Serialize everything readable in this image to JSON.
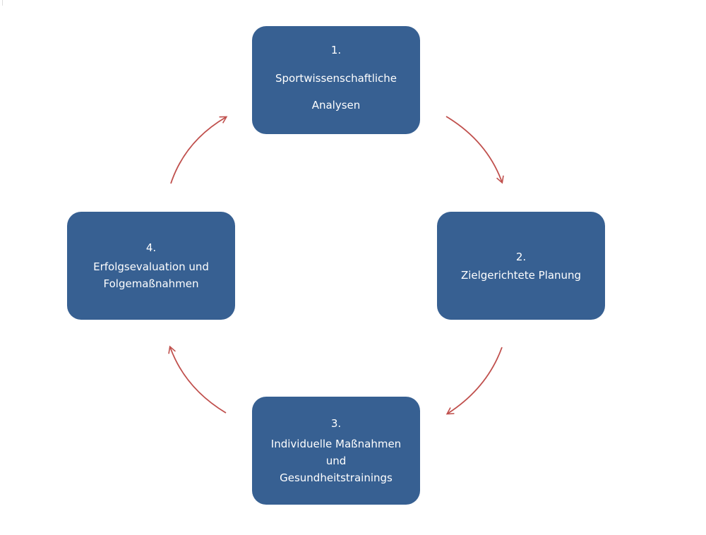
{
  "diagram": {
    "steps": [
      {
        "number": "1.",
        "label": "Sportwissenschaftliche\nAnalysen"
      },
      {
        "number": "2.",
        "label": "Zielgerichtete Planung"
      },
      {
        "number": "3.",
        "label": "Individuelle Maßnahmen\nund\nGesundheitstrainings"
      },
      {
        "number": "4.",
        "label": "Erfolgsevaluation und\nFolgemaßnahmen"
      }
    ],
    "colors": {
      "box_fill": "#376092",
      "box_text": "#ffffff",
      "arrow": "#c0504d"
    },
    "cycle_direction": "clockwise"
  }
}
